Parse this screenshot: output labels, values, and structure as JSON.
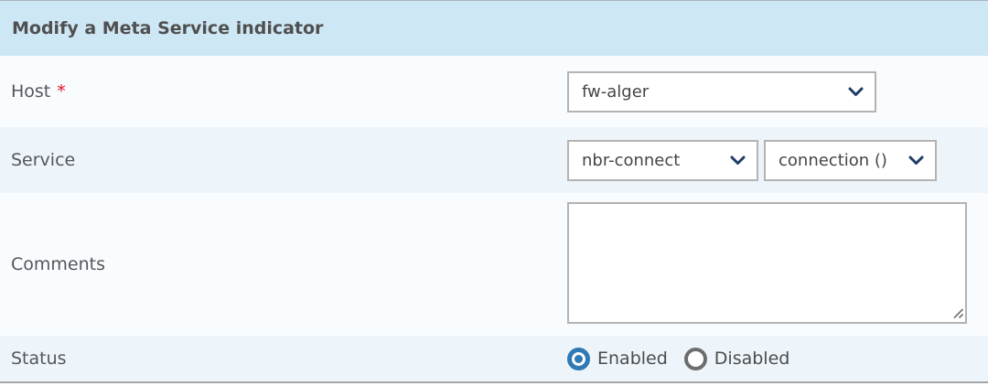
{
  "form": {
    "title": "Modify a Meta Service indicator",
    "rows": {
      "host": {
        "label": "Host",
        "required_marker": "*",
        "select_value": "fw-alger"
      },
      "service": {
        "label": "Service",
        "select_service_value": "nbr-connect",
        "select_metric_value": "connection ()"
      },
      "comments": {
        "label": "Comments",
        "textarea_value": ""
      },
      "status": {
        "label": "Status",
        "options": [
          {
            "label": "Enabled",
            "selected": true
          },
          {
            "label": "Disabled",
            "selected": false
          }
        ]
      }
    }
  },
  "icons": {
    "select_chevron": "chevron-down-icon",
    "textarea_resize": "resize-grip-icon"
  },
  "colors": {
    "header_bg": "#cee7f5",
    "row_light_bg": "#f8fcff",
    "row_tint_bg": "#edf5fb",
    "label_text": "#55565a",
    "required_red": "#e81123",
    "field_border": "#b3b3b3",
    "chevron_navy": "#1e3c66",
    "radio_blue": "#2f79b5",
    "radio_gray": "#6d6d6d"
  }
}
